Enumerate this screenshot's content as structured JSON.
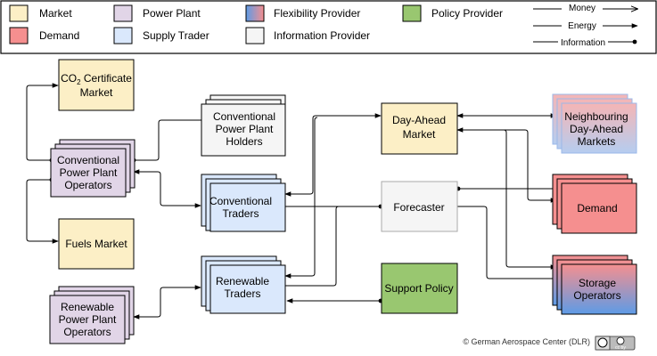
{
  "legend": {
    "categories": [
      {
        "label": "Market",
        "color": "#fcefc6"
      },
      {
        "label": "Power Plant",
        "color": "#e1d5e7"
      },
      {
        "label": "Flexibility Provider",
        "color": "gradient-red-blue"
      },
      {
        "label": "Policy Provider",
        "color": "#99c770"
      },
      {
        "label": "Demand",
        "color": "#f58f8f"
      },
      {
        "label": "Supply Trader",
        "color": "#dae8fc"
      },
      {
        "label": "Information Provider",
        "color": "#f5f5f5"
      }
    ],
    "flows": [
      {
        "label": "Money",
        "marker": "open-arrow"
      },
      {
        "label": "Energy",
        "marker": "filled-arrow"
      },
      {
        "label": "Information",
        "marker": "dot"
      }
    ]
  },
  "nodes": {
    "co2_market": {
      "line1": "CO",
      "sub": "2",
      "line1b": " Certificate",
      "line2": "Market"
    },
    "conv_operators": {
      "lines": [
        "Conventional",
        "Power Plant",
        "Operators"
      ]
    },
    "fuels_market": {
      "lines": [
        "Fuels Market"
      ]
    },
    "ren_operators": {
      "lines": [
        "Renewable",
        "Power Plant",
        "Operators"
      ]
    },
    "conv_holders": {
      "lines": [
        "Conventional",
        "Power Plant",
        "Holders"
      ]
    },
    "conv_traders": {
      "lines": [
        "Conventional",
        "Traders"
      ]
    },
    "ren_traders": {
      "lines": [
        "Renewable",
        "Traders"
      ]
    },
    "day_ahead": {
      "lines": [
        "Day-Ahead",
        "Market"
      ]
    },
    "forecaster": {
      "lines": [
        "Forecaster"
      ]
    },
    "support_policy": {
      "lines": [
        "Support Policy"
      ]
    },
    "neighbouring": {
      "lines": [
        "Neighbouring",
        "Day-Ahead",
        "Markets"
      ]
    },
    "demand": {
      "lines": [
        "Demand"
      ]
    },
    "storage": {
      "lines": [
        "Storage",
        "Operators"
      ]
    }
  },
  "colors": {
    "market": "#fcefc6",
    "power_plant": "#e1d5e7",
    "demand": "#f58f8f",
    "supply_trader": "#dae8fc",
    "info_provider": "#f5f5f5",
    "policy": "#99c770",
    "flex_top": "#f58f8f",
    "flex_bottom": "#5d9be6"
  },
  "footer": {
    "credit": "© German Aerospace Center (DLR)",
    "license": "cc by"
  }
}
